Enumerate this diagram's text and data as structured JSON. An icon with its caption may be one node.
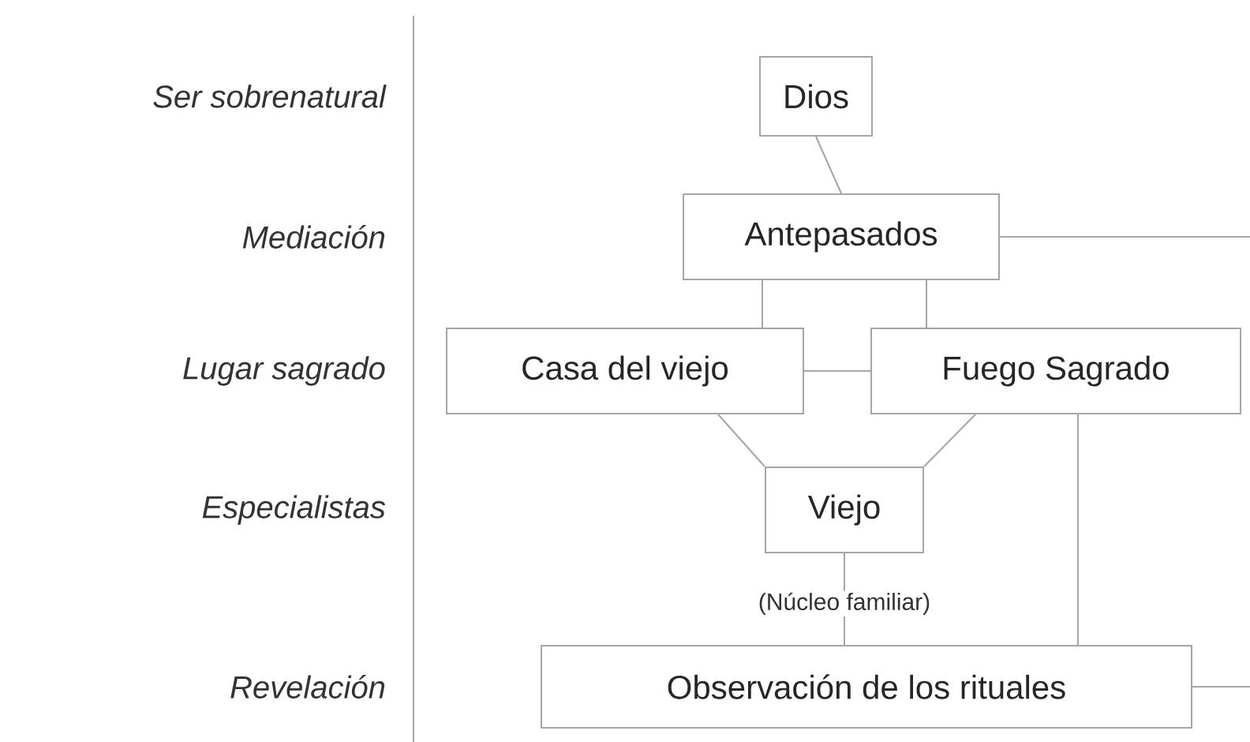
{
  "diagram": {
    "nodes": [
      {
        "text": [
          "Dios"
        ]
      },
      {
        "text": [
          "Antepasados"
        ]
      },
      {
        "text": [
          "Casa del viejo"
        ]
      },
      {
        "text": [
          "Fuego Sagrado"
        ]
      },
      {
        "text": [
          "Viejo"
        ]
      },
      {
        "text": [
          "Observación de los rituales"
        ]
      }
    ],
    "edges": [
      {
        "from": 0,
        "to": 1,
        "arrow": "none"
      },
      {
        "from": 1,
        "to": 2,
        "arrow": "none"
      },
      {
        "from": 1,
        "to": 3,
        "arrow": "none"
      },
      {
        "from": 2,
        "to": 3,
        "arrow": "none"
      },
      {
        "from": 2,
        "to": 4,
        "arrow": "none"
      },
      {
        "from": 3,
        "to": 4,
        "arrow": "none"
      },
      {
        "from": 4,
        "to": 5,
        "arrow": "none",
        "label": "(Núcleo familiar)"
      },
      {
        "from": 3,
        "to": 5,
        "arrow": "none"
      },
      {
        "from": 1,
        "to": null,
        "arrow": "none"
      },
      {
        "from": 5,
        "to": null,
        "arrow": "none"
      }
    ],
    "labels": [
      "Ser sobrenatural",
      "Mediación",
      "Lugar sagrado",
      "Especialistas",
      "Revelación"
    ]
  }
}
